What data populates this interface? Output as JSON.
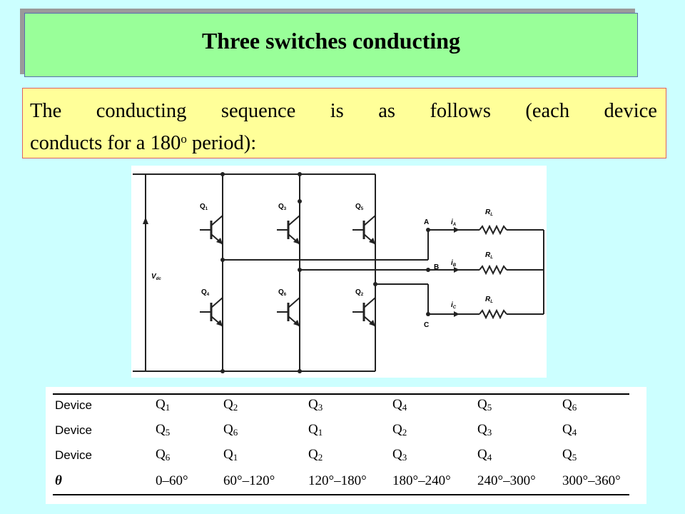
{
  "slide": {
    "title": "Three switches conducting",
    "description": {
      "line1_words": [
        "The",
        "conducting",
        "sequence",
        "is",
        "as",
        "follows",
        "(each",
        "device"
      ],
      "line2_before": "conducts for a 180",
      "line2_sup": "o",
      "line2_after": " period):"
    }
  },
  "circuit": {
    "transistors": [
      {
        "label": "Q",
        "sub": "1"
      },
      {
        "label": "Q",
        "sub": "3"
      },
      {
        "label": "Q",
        "sub": "5"
      },
      {
        "label": "Q",
        "sub": "4"
      },
      {
        "label": "Q",
        "sub": "6"
      },
      {
        "label": "Q",
        "sub": "2"
      }
    ],
    "source_label": "V",
    "source_sub": "dc",
    "nodes": [
      "A",
      "B",
      "C"
    ],
    "currents": [
      {
        "label": "i",
        "sub": "A"
      },
      {
        "label": "i",
        "sub": "B"
      },
      {
        "label": "i",
        "sub": "C"
      }
    ],
    "loads": [
      {
        "label": "R",
        "sub": "L"
      },
      {
        "label": "R",
        "sub": "L"
      },
      {
        "label": "R",
        "sub": "L"
      }
    ]
  },
  "table": {
    "rows": [
      {
        "label": "Device",
        "cells": [
          [
            "Q",
            "1"
          ],
          [
            "Q",
            "2"
          ],
          [
            "Q",
            "3"
          ],
          [
            "Q",
            "4"
          ],
          [
            "Q",
            "5"
          ],
          [
            "Q",
            "6"
          ]
        ]
      },
      {
        "label": "Device",
        "cells": [
          [
            "Q",
            "5"
          ],
          [
            "Q",
            "6"
          ],
          [
            "Q",
            "1"
          ],
          [
            "Q",
            "2"
          ],
          [
            "Q",
            "3"
          ],
          [
            "Q",
            "4"
          ]
        ]
      },
      {
        "label": "Device",
        "cells": [
          [
            "Q",
            "6"
          ],
          [
            "Q",
            "1"
          ],
          [
            "Q",
            "2"
          ],
          [
            "Q",
            "3"
          ],
          [
            "Q",
            "4"
          ],
          [
            "Q",
            "5"
          ]
        ]
      },
      {
        "label": "θ",
        "cells": [
          [
            "0–60°",
            ""
          ],
          [
            "60°–120°",
            ""
          ],
          [
            "120°–180°",
            ""
          ],
          [
            "180°–240°",
            ""
          ],
          [
            "240°–300°",
            ""
          ],
          [
            "300°–360°",
            ""
          ]
        ]
      }
    ]
  }
}
